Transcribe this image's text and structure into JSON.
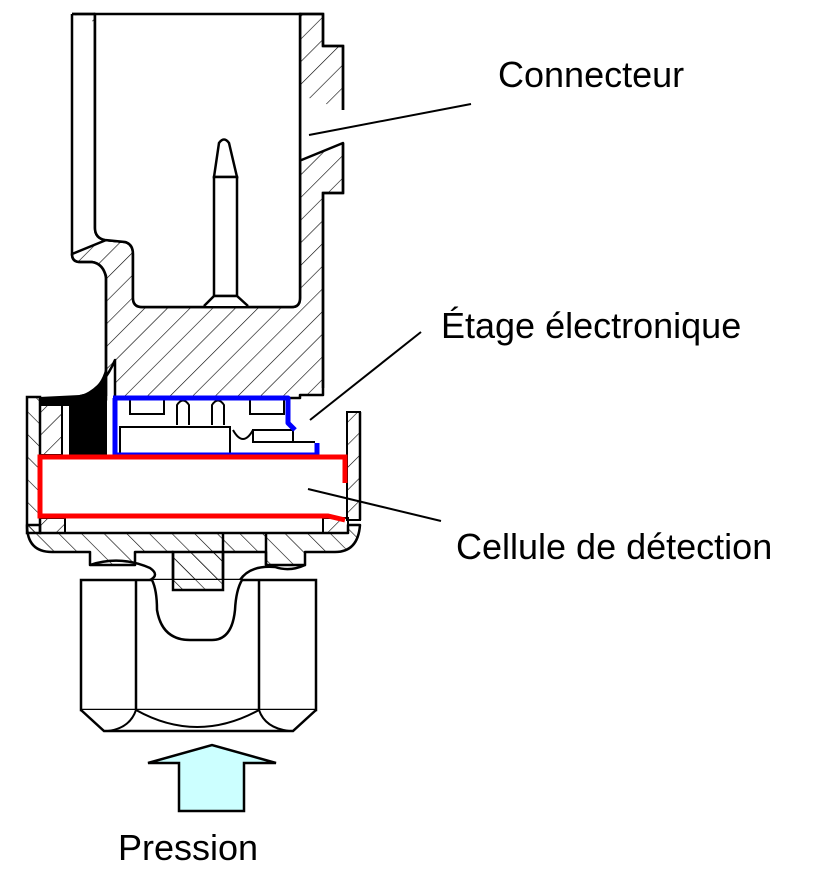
{
  "diagram": {
    "labels": {
      "connector": "Connecteur",
      "electronics": "Étage électronique",
      "sensing_cell": "Cellule de détection",
      "pressure": "Pression"
    },
    "colors": {
      "outline": "#000000",
      "electronics_outline": "#0000ff",
      "sensing_cell_outline": "#ff0000",
      "pressure_arrow_fill": "#ccffff",
      "seal_fill": "#000000",
      "background": "#ffffff"
    },
    "icons": {
      "pressure": "up-arrow"
    }
  }
}
